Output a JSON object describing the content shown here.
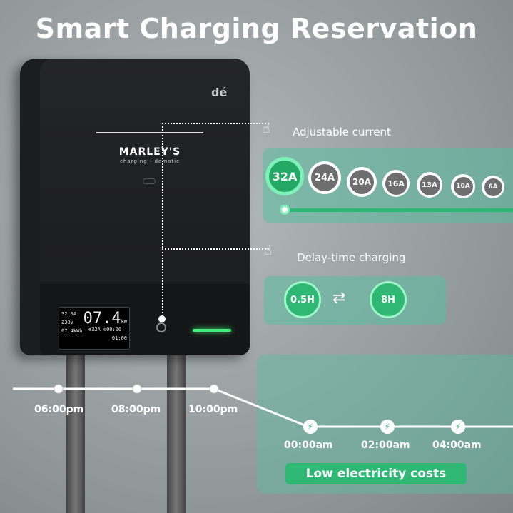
{
  "title": "Smart Charging Reservation",
  "device": {
    "brand": "MARLEY'S",
    "brand_sub": "charging - domotic",
    "logo": "dé",
    "lcd": {
      "current": "32.0A",
      "voltage": "230V",
      "energy": "07.4kWh",
      "power": "07.4",
      "power_unit": "kW",
      "set_current": "⊕32A",
      "timer": "⊙00:00",
      "clock": "01:00"
    }
  },
  "adjustable_current": {
    "label": "Adjustable current",
    "options": [
      "32A",
      "24A",
      "20A",
      "16A",
      "13A",
      "10A",
      "6A"
    ],
    "selected": "32A"
  },
  "delay_charging": {
    "label": "Delay-time charging",
    "from": "0.5H",
    "to": "8H",
    "swap_icon": "swap-arrows-icon"
  },
  "timeline": {
    "peak_times": [
      "06:00pm",
      "08:00pm",
      "10:00pm"
    ],
    "offpeak_times": [
      "00:00am",
      "02:00am",
      "04:00am"
    ],
    "offpeak_icon": "lightning-icon"
  },
  "badge": "Low electricity costs",
  "colors": {
    "accent": "#2eb873",
    "panel": "#5abea0"
  }
}
